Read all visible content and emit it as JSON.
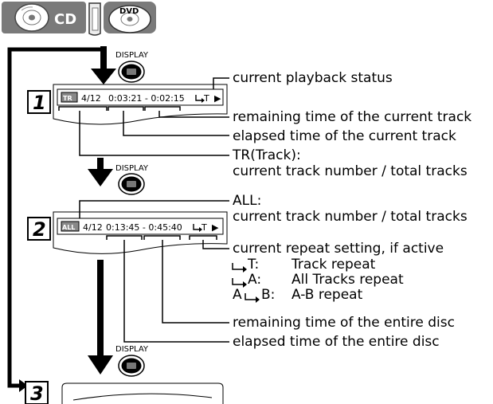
{
  "badges": {
    "cd": "CD",
    "dvd": "DVD"
  },
  "display_labels": [
    "DISPLAY",
    "DISPLAY",
    "DISPLAY"
  ],
  "steps": [
    "1",
    "2",
    "3"
  ],
  "screen1": {
    "tr_badge": "TR",
    "track": "4/12",
    "times": "0:03:21 - 0:02:15",
    "repeat": "T",
    "play": "▶"
  },
  "screen2": {
    "all_badge": "ALL",
    "track": "4/12",
    "times": "0:13:45 - 0:45:40",
    "repeat": "T",
    "play": "▶"
  },
  "annotations": {
    "playback_status": "current playback status",
    "remaining_track": "remaining time of the current track",
    "elapsed_track": "elapsed time of the current track",
    "tr_track": "TR(Track):",
    "tr_track_desc": "current track number / total tracks",
    "all": "ALL:",
    "all_desc": "current track number / total tracks",
    "repeat_setting": "current repeat setting, if active",
    "repeat_t_key": "T:",
    "repeat_t_val": "Track repeat",
    "repeat_a_key": "A:",
    "repeat_a_val": "All Tracks repeat",
    "repeat_ab_key_a": "A",
    "repeat_ab_key_b": "B:",
    "repeat_ab_val": "A-B repeat",
    "remaining_disc": "remaining time of the entire disc",
    "elapsed_disc": "elapsed time of the entire disc"
  }
}
